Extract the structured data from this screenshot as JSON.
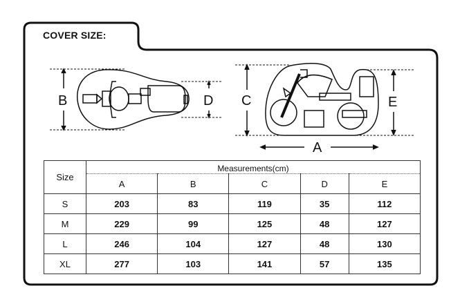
{
  "title": "COVER SIZE:",
  "diagram_labels": {
    "a": "A",
    "b": "B",
    "c": "C",
    "d": "D",
    "e": "E"
  },
  "table": {
    "size_header": "Size",
    "measurements_header": "Measurements(cm)",
    "columns": [
      "A",
      "B",
      "C",
      "D",
      "E"
    ],
    "rows": [
      {
        "size": "S",
        "values": [
          "203",
          "83",
          "119",
          "35",
          "112"
        ]
      },
      {
        "size": "M",
        "values": [
          "229",
          "99",
          "125",
          "48",
          "127"
        ]
      },
      {
        "size": "L",
        "values": [
          "246",
          "104",
          "127",
          "48",
          "130"
        ]
      },
      {
        "size": "XL",
        "values": [
          "277",
          "103",
          "141",
          "57",
          "135"
        ]
      }
    ]
  }
}
